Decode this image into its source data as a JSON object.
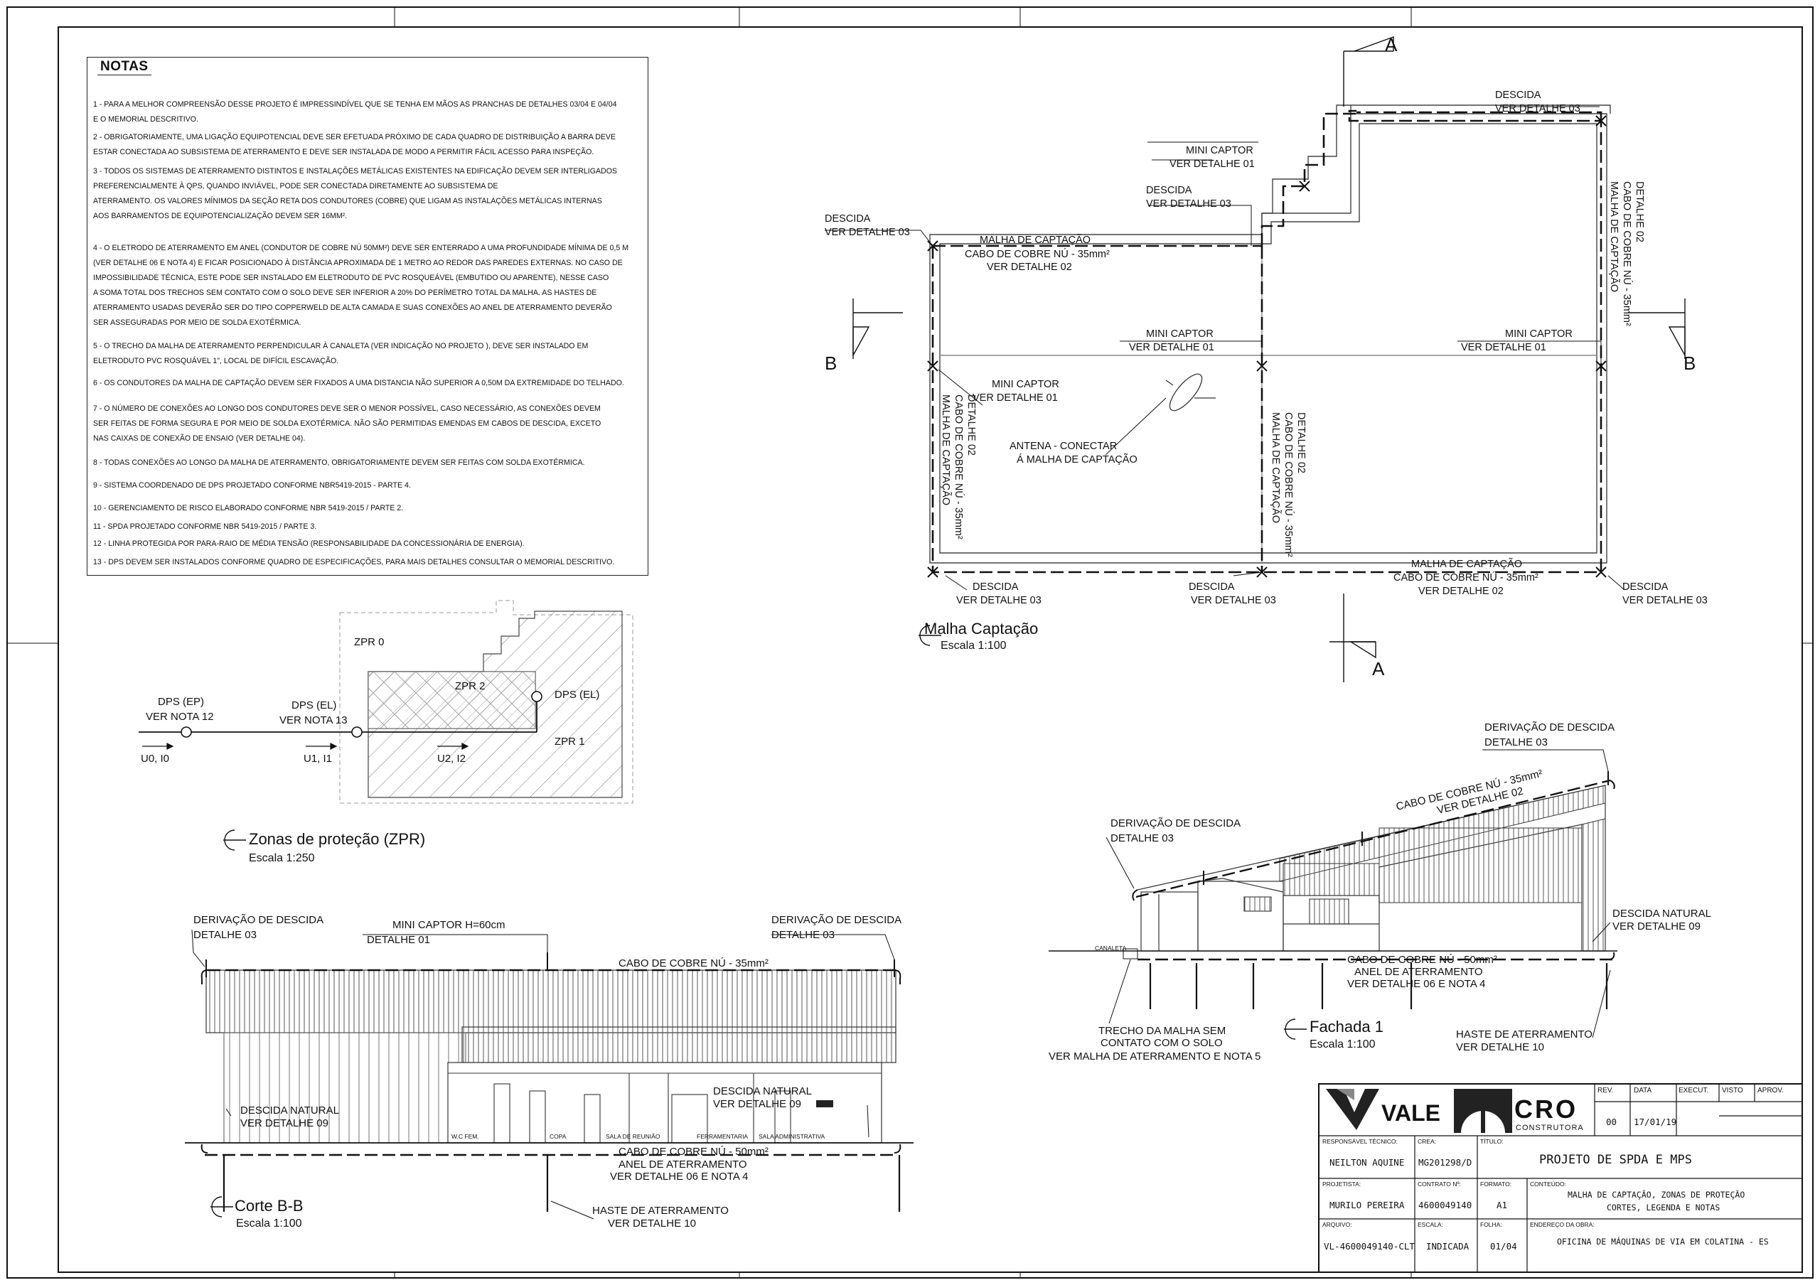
{
  "notes": {
    "title": "NOTAS",
    "items": [
      "1 - PARA A MELHOR COMPREENSÃO DESSE PROJETO É IMPRESSINDÍVEL QUE SE TENHA EM MÃOS AS PRANCHAS DE DETALHES 03/04 E 04/04\n      E O MEMORIAL DESCRITIVO.",
      "2 - OBRIGATORIAMENTE, UMA LIGAÇÃO EQUIPOTENCIAL DEVE SER EFETUADA PRÓXIMO DE CADA QUADRO  DE DISTRIBUIÇÃO A BARRA DEVE\n      ESTAR CONECTADA AO SUBSISTEMA DE ATERRAMENTO E DEVE SER INSTALADA DE MODO A PERMITIR FÁCIL ACESSO PARA INSPEÇÃO.",
      "3 - TODOS OS SISTEMAS DE ATERRAMENTO DISTINTOS E INSTALAÇÕES METÁLICAS EXISTENTES NA EDIFICAÇÃO DEVEM SER INTERLIGADOS\n      PREFERENCIALMENTE À QPS, QUANDO INVIÁVEL, PODE SER CONECTADA DIRETAMENTE AO SUBSISTEMA DE\n      ATERRAMENTO. OS VALORES MÍNIMOS DA SEÇÃO RETA DOS CONDUTORES (COBRE) QUE LIGAM AS INSTALAÇÕES METÁLICAS INTERNAS\n      AOS BARRAMENTOS  DE EQUIPOTENCIALIZAÇÃO DEVEM SER 16MM².",
      "4 - O ELETRODO DE ATERRAMENTO EM ANEL (CONDUTOR DE COBRE NÚ 50MM²) DEVE SER ENTERRADO A UMA PROFUNDIDADE MÍNIMA DE 0,5 M\n      (VER DETALHE 06 E NOTA 4) E FICAR POSICIONADO À DISTÂNCIA APROXIMADA DE 1 METRO AO REDOR DAS PAREDES EXTERNAS. NO CASO DE\n      IMPOSSIBILIDADE TÉCNICA, ESTE PODE SER INSTALADO EM ELETRODUTO DE PVC ROSQUEÁVEL (EMBUTIDO OU APARENTE), NESSE CASO\n      A SOMA TOTAL DOS TRECHOS  SEM CONTATO COM O SOLO  DEVE SER INFERIOR A 20% DO PERÍMETRO TOTAL DA MALHA. AS HASTES DE\n      ATERRAMENTO  USADAS DEVERÃO  SER DO TIPO COPPERWELD DE ALTA CAMADA E SUAS CONEXÕES AO ANEL DE  ATERRAMENTO DEVERÃO\n      SER ASSEGURADAS POR MEIO DE SOLDA EXOTÉRMICA.",
      "5 - O TRECHO DA MALHA DE ATERRAMENTO PERPENDICULAR À CANALETA (VER INDICAÇÃO NO PROJETO ), DEVE SER INSTALADO EM\n      ELETRODUTO PVC ROSQUÁVEL 1\", LOCAL DE DIFÍCIL ESCAVAÇÃO.",
      "6 - OS CONDUTORES DA MALHA DE CAPTAÇÃO DEVEM SER FIXADOS A UMA DISTANCIA NÃO SUPERIOR A 0,50M DA EXTREMIDADE DO TELHADO.",
      "7 - O NÚMERO DE CONEXÕES AO LONGO DOS CONDUTORES DEVE SER O MENOR POSSÍVEL, CASO NECESSÁRIO, AS CONEXÕES DEVEM\n      SER FEITAS DE FORMA SEGURA  E POR MEIO DE SOLDA EXOTÉRMICA. NÃO SÃO PERMITIDAS EMENDAS EM CABOS DE DESCIDA, EXCETO\n      NAS CAIXAS DE CONEXÃO DE ENSAIO (VER DETALHE 04).",
      "8 - TODAS CONEXÕES AO LONGO DA MALHA DE ATERRAMENTO, OBRIGATORIAMENTE DEVEM SER FEITAS COM SOLDA EXOTÉRMICA.",
      "9 - SISTEMA COORDENADO DE DPS PROJETADO CONFORME NBR5419-2015 - PARTE 4.",
      "10 - GERENCIAMENTO DE RISCO ELABORADO CONFORME NBR 5419-2015 / PARTE 2.",
      "11 - SPDA PROJETADO CONFORME NBR 5419-2015 / PARTE 3.",
      "12 - LINHA PROTEGIDA POR PARA-RAIO DE MÉDIA TENSÃO  (RESPONSABILIDADE DA CONCESSIONÁRIA DE ENERGIA).",
      "13 - DPS DEVEM SER INSTALADOS CONFORME QUADRO DE ESPECIFICAÇÕES, PARA MAIS DETALHES CONSULTAR O MEMORIAL DESCRITIVO."
    ]
  },
  "plan": {
    "title": "Malha Captação",
    "scale": "Escala 1:100",
    "section_a": "A",
    "section_b": "B",
    "descida": "DESCIDA",
    "ver_detalhe_03": "VER DETALHE 03",
    "ver_detalhe_02": "VER DETALHE 02",
    "ver_detalhe_01": "VER DETALHE 01",
    "mini_captor": "MINI CAPTOR",
    "malha_captacao": "MALHA DE CAPTAÇÃO",
    "cabo_35": "CABO DE COBRE NÚ - 35mm²",
    "detalhe_02": "DETALHE 02",
    "antena_1": "ANTENA - CONECTAR",
    "antena_2": "Á MALHA DE CAPTAÇÃO"
  },
  "zpr": {
    "title": "Zonas de proteção (ZPR)",
    "scale": "Escala 1:250",
    "zpr0": "ZPR 0",
    "zpr1": "ZPR 1",
    "zpr2": "ZPR 2",
    "dps_ep": "DPS (EP)",
    "ver_nota_12": "VER NOTA 12",
    "dps_el": "DPS (EL)",
    "ver_nota_13": "VER NOTA 13",
    "u0": "U0, I0",
    "u1": "U1, I1",
    "u2": "U2, I2"
  },
  "corte": {
    "title": "Corte B-B",
    "scale": "Escala 1:100",
    "derivacao": "DERIVAÇÃO DE DESCIDA",
    "detalhe_03": "DETALHE 03",
    "mini_captor_h": "MINI CAPTOR H=60cm",
    "detalhe_01": "DETALHE 01",
    "cabo_35": "CABO DE COBRE NÚ - 35mm²",
    "descida_natural": "DESCIDA NATURAL",
    "ver_detalhe_09": "VER DETALHE 09",
    "cabo_50": "CABO DE COBRE NÚ - 50mm²",
    "anel": "ANEL DE ATERRAMENTO",
    "ver_detalhe_06": "VER DETALHE 06 E NOTA 4",
    "haste": "HASTE DE ATERRAMENTO",
    "ver_detalhe_10": "VER DETALHE 10",
    "rooms": [
      "W.C FEM.",
      "COPA",
      "SALA DE REUNIÃO",
      "FERRAMENTARIA",
      "SALA ADMINISTRATIVA"
    ]
  },
  "fachada": {
    "title": "Fachada 1",
    "scale": "Escala 1:100",
    "derivacao": "DERIVAÇÃO DE DESCIDA",
    "detalhe_03": "DETALHE 03",
    "cabo_35": "CABO DE COBRE NÚ - 35mm²",
    "ver_detalhe_02": "VER DETALHE 02",
    "descida_natural": "DESCIDA NATURAL",
    "ver_detalhe_09": "VER DETALHE 09",
    "canaleta": "CANALETA",
    "cabo_50": "CABO DE COBRE NÚ - 50mm²",
    "anel": "ANEL DE ATERRAMENTO",
    "ver_detalhe_06": "VER DETALHE 06 E NOTA 4",
    "trecho_1": "TRECHO DA MALHA SEM",
    "trecho_2": "CONTATO COM O SOLO",
    "trecho_3": "VER MALHA DE ATERRAMENTO E NOTA 5",
    "haste": "HASTE DE ATERRAMENTO",
    "ver_detalhe_10": "VER DETALHE 10"
  },
  "titleblock": {
    "vale": "VALE",
    "cro": "CRO",
    "construtora": "CONSTRUTORA",
    "rev_h": "REV.",
    "data_h": "DATA",
    "execut_h": "EXECUT.",
    "visto_h": "VISTO",
    "aprov_h": "APROV.",
    "rev": "00",
    "data": "17/01/19",
    "resp_h": "RESPONSÁVEL TÉCNICO:",
    "resp": "NEILTON AQUINE",
    "crea_h": "CREA:",
    "crea": "MG201298/D",
    "titulo_h": "TÍTULO:",
    "titulo": "PROJETO DE SPDA E MPS",
    "projetista_h": "PROJETISTA:",
    "projetista": "MURILO PEREIRA",
    "contrato_h": "CONTRATO Nº:",
    "contrato": "4600049140",
    "formato_h": "FORMATO:",
    "formato": "A1",
    "conteudo_h": "CONTEÚDO:",
    "conteudo_1": "MALHA DE CAPTAÇÃO,  ZONAS DE PROTEÇÃO",
    "conteudo_2": "CORTES, LEGENDA E NOTAS",
    "arquivo_h": "ARQUIVO:",
    "arquivo": "VL-4600049140-CLT",
    "escala_h": "ESCALA:",
    "escala": "INDICADA",
    "folha_h": "FOLHA:",
    "folha": "01/04",
    "endereco_h": "ENDEREÇO DA OBRA:",
    "endereco": "OFICINA DE MÁQUINAS DE VIA EM COLATINA - ES"
  }
}
